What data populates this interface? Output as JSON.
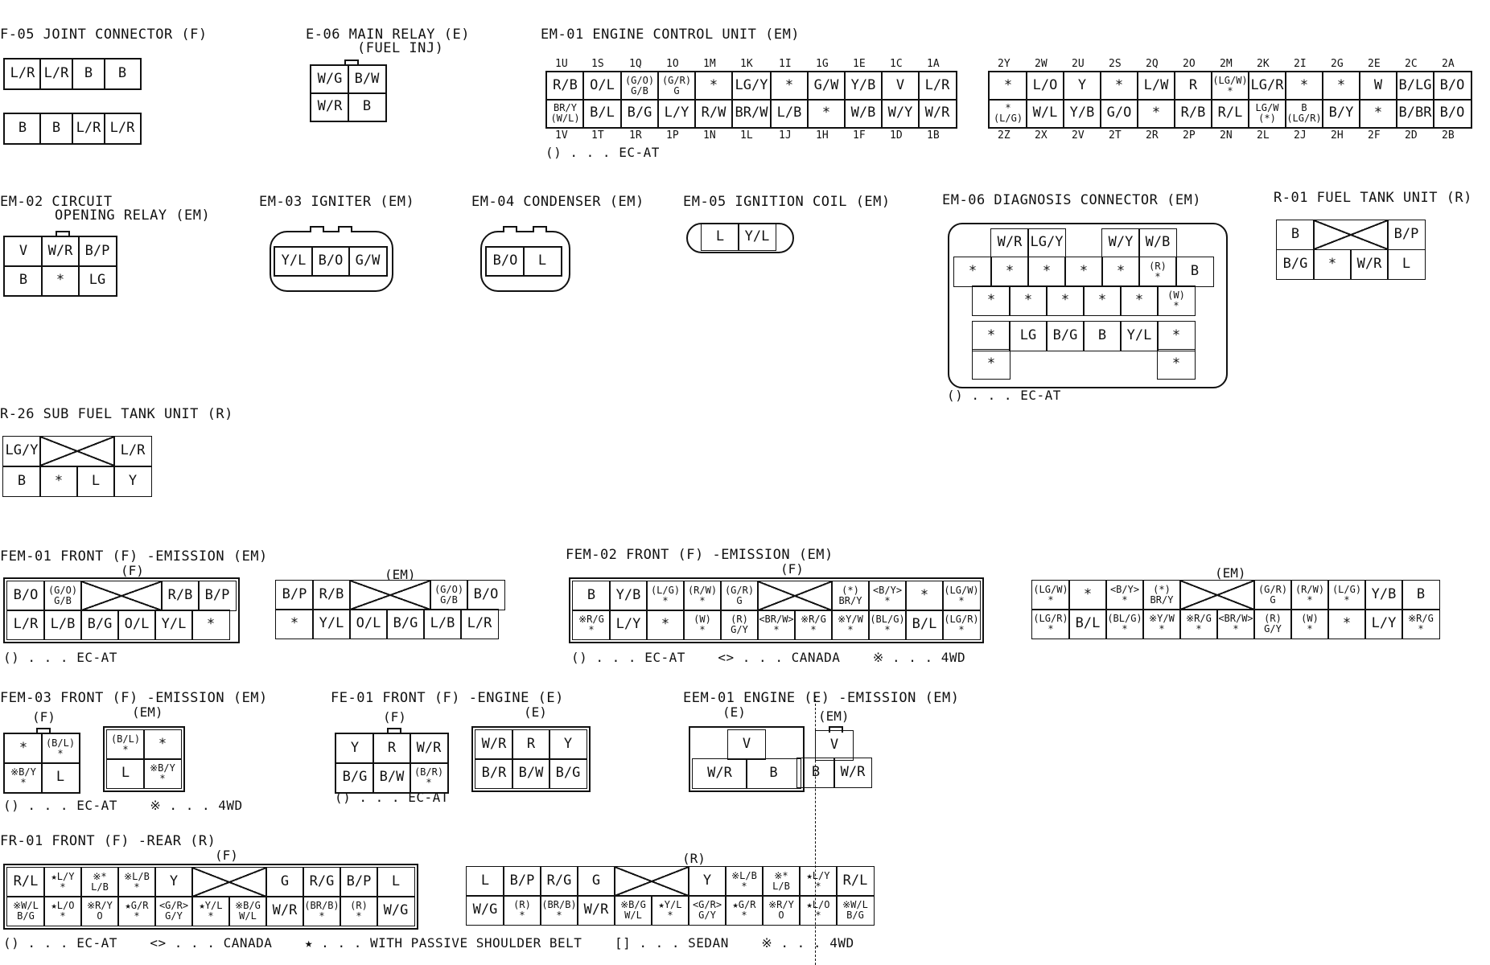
{
  "f05": {
    "title": "F-05 JOINT CONNECTOR (F)",
    "row1": [
      "L/R",
      "L/R",
      "B",
      "B"
    ],
    "row2": [
      "B",
      "B",
      "L/R",
      "L/R"
    ]
  },
  "e06": {
    "title": "E-06 MAIN RELAY (E)",
    "subtitle": "(FUEL INJ)",
    "cells": [
      "W/G",
      "B/W",
      "W/R",
      "B"
    ]
  },
  "em01": {
    "title": "EM-01 ENGINE CONTROL UNIT (EM)",
    "top_pins_left": [
      "1U",
      "1S",
      "1Q",
      "1O",
      "1M",
      "1K",
      "1I",
      "1G",
      "1E",
      "1C",
      "1A"
    ],
    "row1_left": [
      "R/B",
      "O/L",
      "(G/O)\nG/B",
      "(G/R)\nG",
      "*",
      "LG/Y",
      "*",
      "G/W",
      "Y/B",
      "V",
      "L/R"
    ],
    "row2_left": [
      "BR/Y\n(W/L)",
      "B/L",
      "B/G",
      "L/Y",
      "R/W",
      "BR/W",
      "L/B",
      "*",
      "W/B",
      "W/Y",
      "W/R"
    ],
    "bot_pins_left": [
      "1V",
      "1T",
      "1R",
      "1P",
      "1N",
      "1L",
      "1J",
      "1H",
      "1F",
      "1D",
      "1B"
    ],
    "top_pins_right": [
      "2Y",
      "2W",
      "2U",
      "2S",
      "2Q",
      "2O",
      "2M",
      "2K",
      "2I",
      "2G",
      "2E",
      "2C",
      "2A"
    ],
    "row1_right": [
      "*",
      "L/O",
      "Y",
      "*",
      "L/W",
      "R",
      "(LG/W)\n*",
      "LG/R",
      "*",
      "*",
      "W",
      "B/LG",
      "B/O"
    ],
    "row2_right": [
      "*\n(L/G)",
      "W/L",
      "Y/B",
      "G/O",
      "*",
      "R/B",
      "R/L",
      "LG/W\n(*)",
      "B\n(LG/R)",
      "B/Y",
      "*",
      "B/BR",
      "B/O"
    ],
    "bot_pins_right": [
      "2Z",
      "2X",
      "2V",
      "2T",
      "2R",
      "2P",
      "2N",
      "2L",
      "2J",
      "2H",
      "2F",
      "2D",
      "2B"
    ],
    "note": "() . . . EC-AT"
  },
  "em02": {
    "title": "EM-02 CIRCUIT",
    "subtitle": "OPENING RELAY (EM)",
    "cells": [
      "V",
      "W/R",
      "B/P",
      "B",
      "*",
      "LG"
    ]
  },
  "em03": {
    "title": "EM-03 IGNITER (EM)",
    "cells": [
      "Y/L",
      "B/O",
      "G/W"
    ]
  },
  "em04": {
    "title": "EM-04 CONDENSER (EM)",
    "cells": [
      "B/O",
      "L"
    ]
  },
  "em05": {
    "title": "EM-05 IGNITION COIL (EM)",
    "cells": [
      "L",
      "Y/L"
    ]
  },
  "em06": {
    "title": "EM-06 DIAGNOSIS CONNECTOR (EM)",
    "row1": [
      "W/R",
      "LG/Y",
      "",
      "W/Y",
      "W/B"
    ],
    "row2": [
      "*",
      "*",
      "*",
      "*",
      "*",
      "(R)\n*",
      "B"
    ],
    "row3": [
      "*",
      "*",
      "*",
      "*",
      "*",
      "(W)\n*"
    ],
    "row4": [
      "*",
      "LG",
      "B/G",
      "B",
      "Y/L",
      "*"
    ],
    "row5": [
      "*",
      "*"
    ],
    "note": "() . . . EC-AT"
  },
  "r01": {
    "title": "R-01 FUEL TANK UNIT (R)",
    "row1": [
      "B",
      "",
      "B/P"
    ],
    "row2": [
      "B/G",
      "*",
      "W/R",
      "L"
    ]
  },
  "r26": {
    "title": "R-26 SUB FUEL TANK UNIT (R)",
    "row1": [
      "LG/Y",
      "",
      "L/R"
    ],
    "row2": [
      "B",
      "*",
      "L",
      "Y"
    ]
  },
  "fem01": {
    "title": "FEM-01 FRONT (F) -EMISSION (EM)",
    "side_f": "(F)",
    "side_em": "(EM)",
    "f_row1": [
      "B/O",
      "(G/O)\nG/B",
      "",
      "R/B",
      "B/P"
    ],
    "f_row2": [
      "L/R",
      "L/B",
      "B/G",
      "O/L",
      "Y/L",
      "*"
    ],
    "em_row1": [
      "B/P",
      "R/B",
      "",
      "(G/O)\nG/B",
      "B/O"
    ],
    "em_row2": [
      "*",
      "Y/L",
      "O/L",
      "B/G",
      "L/B",
      "L/R"
    ],
    "note": "() . . . EC-AT"
  },
  "fem02": {
    "title": "FEM-02 FRONT (F) -EMISSION (EM)",
    "side_f": "(F)",
    "side_em": "(EM)",
    "f_row1": [
      "B",
      "Y/B",
      "(L/G)\n*",
      "(R/W)\n*",
      "(G/R)\nG",
      "",
      "(*)\nBR/Y",
      "<B/Y>\n*",
      "*",
      "(LG/W)\n*"
    ],
    "f_row2": [
      "※R/G\n*",
      "L/Y",
      "*",
      "(W)\n*",
      "(R)\nG/Y",
      "<BR/W>\n*",
      "※R/G\n*",
      "※Y/W\n*",
      "(BL/G)\n*",
      "B/L",
      "(LG/R)\n*"
    ],
    "em_row1": [
      "(LG/W)\n*",
      "*",
      "<B/Y>\n*",
      "(*)\nBR/Y",
      "",
      "(G/R)\nG",
      "(R/W)\n*",
      "(L/G)\n*",
      "Y/B",
      "B"
    ],
    "em_row2": [
      "(LG/R)\n*",
      "B/L",
      "(BL/G)\n*",
      "※Y/W\n*",
      "※R/G\n*",
      "<BR/W>\n*",
      "(R)\nG/Y",
      "(W)\n*",
      "*",
      "L/Y",
      "※R/G\n*"
    ],
    "note": "() . . . EC-AT    <> . . . CANADA    ※ . . . 4WD"
  },
  "fem03": {
    "title": "FEM-03 FRONT (F) -EMISSION (EM)",
    "side_f": "(F)",
    "side_em": "(EM)",
    "f_cells": [
      "*",
      "(B/L)\n*",
      "※B/Y\n*",
      "L"
    ],
    "em_cells": [
      "(B/L)\n*",
      "*",
      "L",
      "※B/Y\n*"
    ],
    "note": "() . . . EC-AT    ※ . . . 4WD"
  },
  "fe01": {
    "title": "FE-01 FRONT (F) -ENGINE (E)",
    "side_f": "(F)",
    "side_e": "(E)",
    "f_cells": [
      "Y",
      "R",
      "W/R",
      "B/G",
      "B/W",
      "(B/R)\n*"
    ],
    "e_cells": [
      "W/R",
      "R",
      "Y",
      "B/R",
      "B/W",
      "B/G"
    ],
    "note": "() . . . EC-AT"
  },
  "eem01": {
    "title": "EEM-01 ENGINE (E) -EMISSION (EM)",
    "side_e": "(E)",
    "side_em": "(EM)",
    "e_cells": [
      "V",
      "W/R",
      "B"
    ],
    "em_cells": [
      "V",
      "B",
      "W/R"
    ]
  },
  "fr01": {
    "title": "FR-01 FRONT (F) -REAR (R)",
    "side_f": "(F)",
    "side_r": "(R)",
    "f_row1": [
      "R/L",
      "★L/Y\n*",
      "※*\nL/B",
      "※L/B\n*",
      "Y",
      "",
      "G",
      "R/G",
      "B/P",
      "L"
    ],
    "f_row2": [
      "※W/L\nB/G",
      "★L/O\n*",
      "※R/Y\nO",
      "★G/R\n*",
      "<G/R>\nG/Y",
      "★Y/L\n*",
      "※B/G\nW/L",
      "W/R",
      "(BR/B)\n*",
      "(R)\n*",
      "W/G"
    ],
    "r_row1": [
      "L",
      "B/P",
      "R/G",
      "G",
      "",
      "Y",
      "※L/B\n*",
      "※*\nL/B",
      "★L/Y\n*",
      "R/L"
    ],
    "r_row2": [
      "W/G",
      "(R)\n*",
      "(BR/B)\n*",
      "W/R",
      "※B/G\nW/L",
      "★Y/L\n*",
      "<G/R>\nG/Y",
      "★G/R\n*",
      "※R/Y\nO",
      "★L/O\n*",
      "※W/L\nB/G"
    ],
    "note": "() . . . EC-AT    <> . . . CANADA    ★ . . . WITH PASSIVE SHOULDER BELT    [] . . . SEDAN    ※ . . . 4WD"
  }
}
